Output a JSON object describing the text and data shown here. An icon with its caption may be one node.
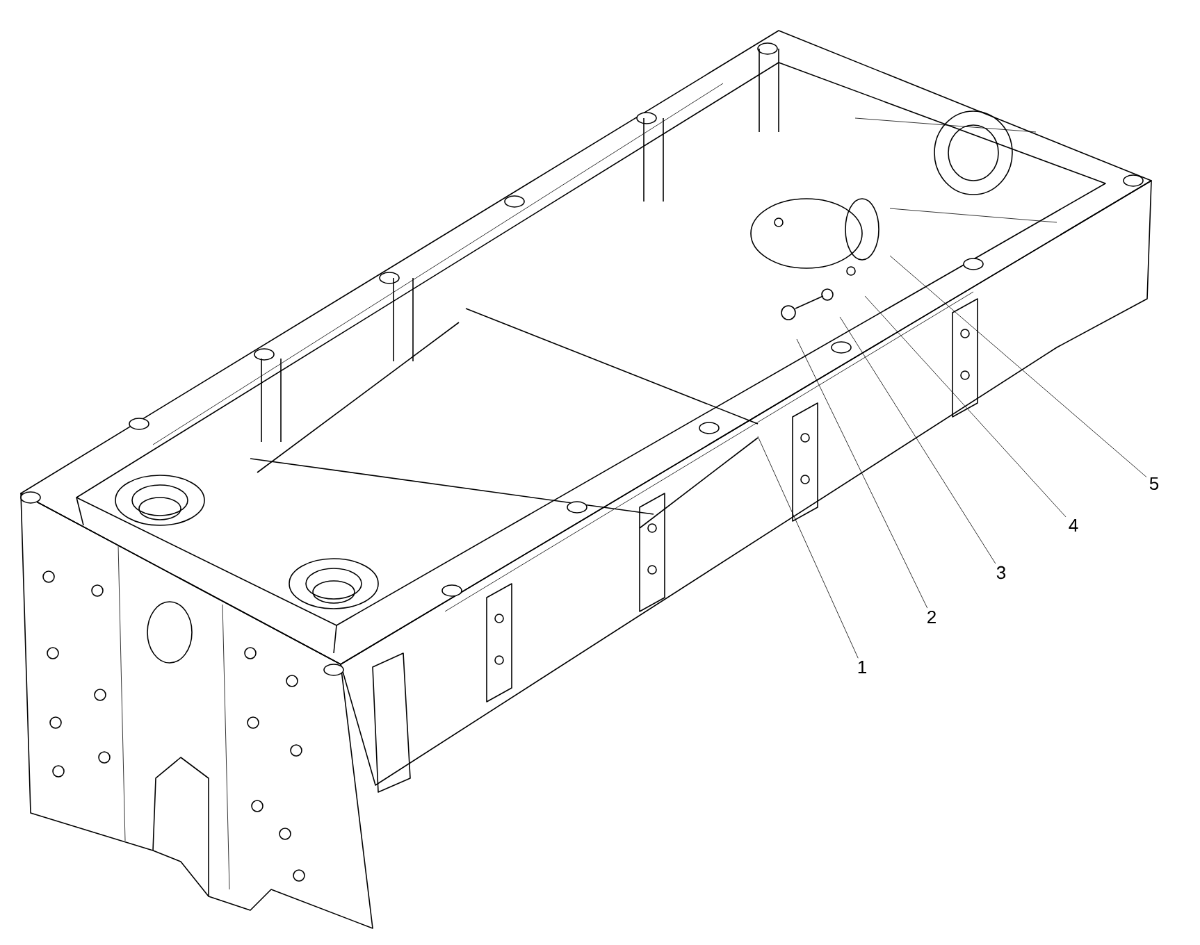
{
  "diagram": {
    "nodes": [
      {
        "text": [
          "1"
        ]
      },
      {
        "text": [
          "2"
        ]
      },
      {
        "text": [
          "3"
        ]
      },
      {
        "text": [
          "4"
        ]
      },
      {
        "text": [
          "5"
        ]
      }
    ],
    "edges": [
      {
        "from": 0,
        "to": null,
        "arrow": "none"
      },
      {
        "from": 1,
        "to": null,
        "arrow": "none"
      },
      {
        "from": 2,
        "to": null,
        "arrow": "none"
      },
      {
        "from": 3,
        "to": null,
        "arrow": "none"
      },
      {
        "from": 4,
        "to": null,
        "arrow": "none"
      }
    ]
  }
}
